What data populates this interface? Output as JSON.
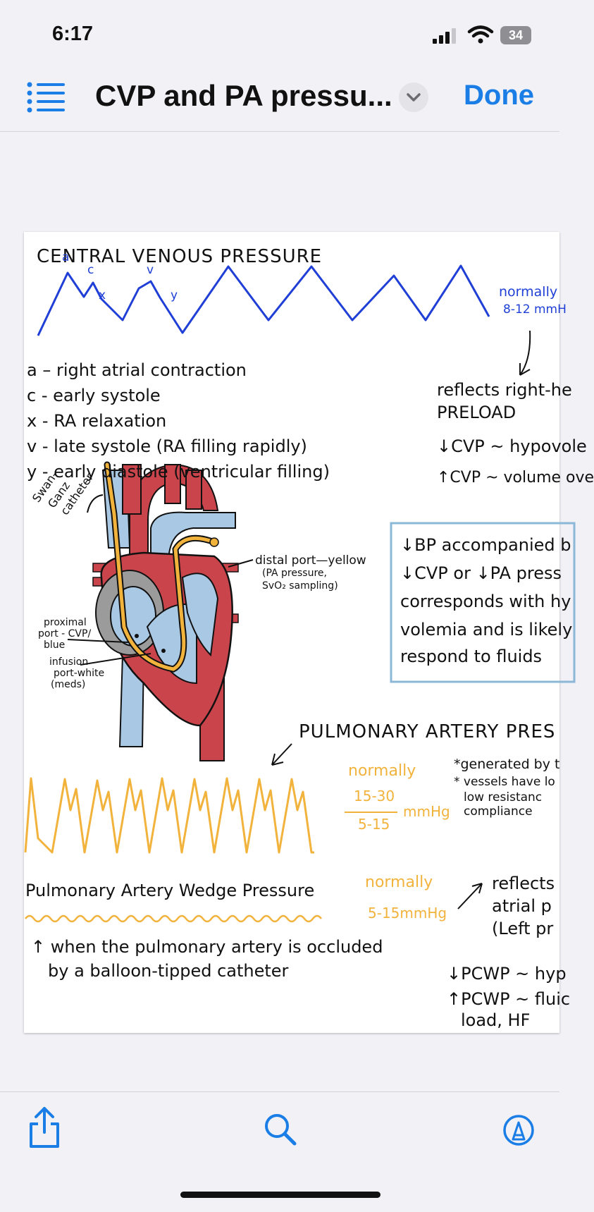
{
  "status_bar": {
    "time": "6:17",
    "battery": "34"
  },
  "nav": {
    "title": "CVP and PA pressu...",
    "done_label": "Done"
  },
  "doc": {
    "cvp": {
      "heading": "CENTRAL VENOUS PRESSURE",
      "wave_labels": [
        "a",
        "c",
        "x",
        "v",
        "y"
      ],
      "normal_1": "normally",
      "normal_2": "8-12 mmH",
      "reflects_1": "reflects right-he",
      "reflects_2": "PRELOAD",
      "low": "↓CVP ~ hypovole",
      "high": "↑CVP ~ volume ove",
      "legend": [
        "a – right atrial contraction",
        "c - early systole",
        "x - RA relaxation",
        "v - late systole (RA filling rapidly)",
        "y - early diastole (ventricular filling)"
      ]
    },
    "box": [
      "↓BP accompanied b",
      "↓CVP or ↓PA press",
      "corresponds with hy",
      "volemia and is likely",
      "respond to fluids"
    ],
    "heart": {
      "swan_1": "Swan-",
      "swan_2": "Ganz",
      "swan_3": "catheter",
      "distal_1": "distal port—yellow",
      "distal_2": "(PA pressure,",
      "distal_3": "SvO₂ sampling)",
      "prox_1": "proximal",
      "prox_2": "port - CVP/",
      "prox_3": "blue",
      "inf_1": "infusion",
      "inf_2": "port-white",
      "inf_3": "(meds)"
    },
    "pa": {
      "heading": "PULMONARY ARTERY PRES",
      "normal": "normally",
      "num": "15-30",
      "den": "5-15",
      "unit": "mmHg",
      "note_1": "*generated by t",
      "note_2": "* vessels have lo",
      "note_3": "low resistanc",
      "note_4": "compliance"
    },
    "pawp": {
      "heading": "Pulmonary Artery Wedge Pressure",
      "normal": "normally",
      "range": "5-15mmHg",
      "desc_1": "↑ when the pulmonary artery is occluded",
      "desc_2": "by a balloon-tipped catheter",
      "reflects_1": "reflects",
      "reflects_2": "atrial p",
      "reflects_3": "(Left pr",
      "low": "↓PCWP ~ hyp",
      "high_1": "↑PCWP ~ fluic",
      "high_2": "load, HF"
    }
  },
  "colors": {
    "accent": "#1a7ee6",
    "cvp_wave": "#1f3fd6",
    "pa_wave": "#f2b33d",
    "box_border": "#8bb8d6"
  },
  "toolbar": {
    "icons": [
      "share-icon",
      "search-icon",
      "markup-icon"
    ]
  }
}
